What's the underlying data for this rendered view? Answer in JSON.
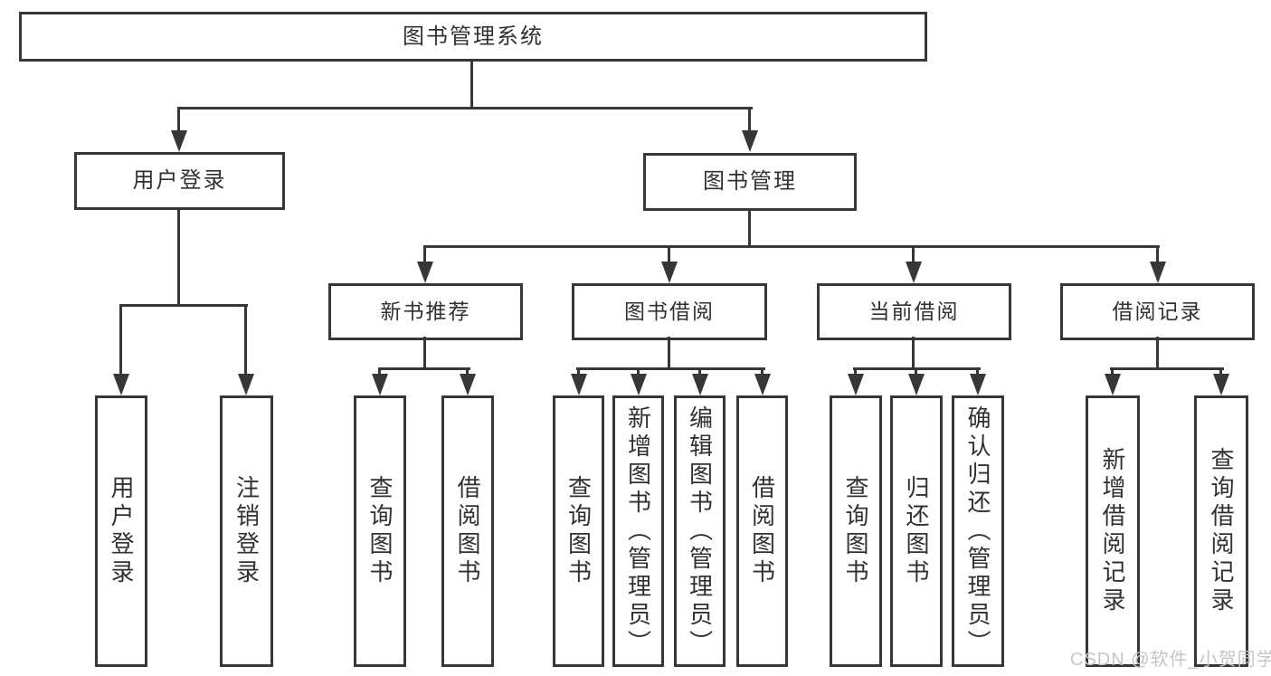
{
  "tree": {
    "root": {
      "label": "图书管理系统",
      "children": [
        {
          "label": "用户登录",
          "children": [
            {
              "label": "用户登录"
            },
            {
              "label": "注销登录"
            }
          ]
        },
        {
          "label": "图书管理",
          "children": [
            {
              "label": "新书推荐",
              "children": [
                {
                  "label": "查询图书"
                },
                {
                  "label": "借阅图书"
                }
              ]
            },
            {
              "label": "图书借阅",
              "children": [
                {
                  "label": "查询图书"
                },
                {
                  "label": "新增图书（管理员）"
                },
                {
                  "label": "编辑图书（管理员）"
                },
                {
                  "label": "借阅图书"
                }
              ]
            },
            {
              "label": "当前借阅",
              "children": [
                {
                  "label": "查询图书"
                },
                {
                  "label": "归还图书"
                },
                {
                  "label": "确认归还（管理员）"
                }
              ]
            },
            {
              "label": "借阅记录",
              "children": [
                {
                  "label": "新增借阅记录"
                },
                {
                  "label": "查询借阅记录"
                }
              ]
            }
          ]
        }
      ]
    }
  },
  "watermark": {
    "text": "CSDN @软件_小贺同学"
  },
  "colors": {
    "line": "#373737",
    "text": "#313131",
    "watermark": "#c5c5c5",
    "background": "#ffffff"
  }
}
